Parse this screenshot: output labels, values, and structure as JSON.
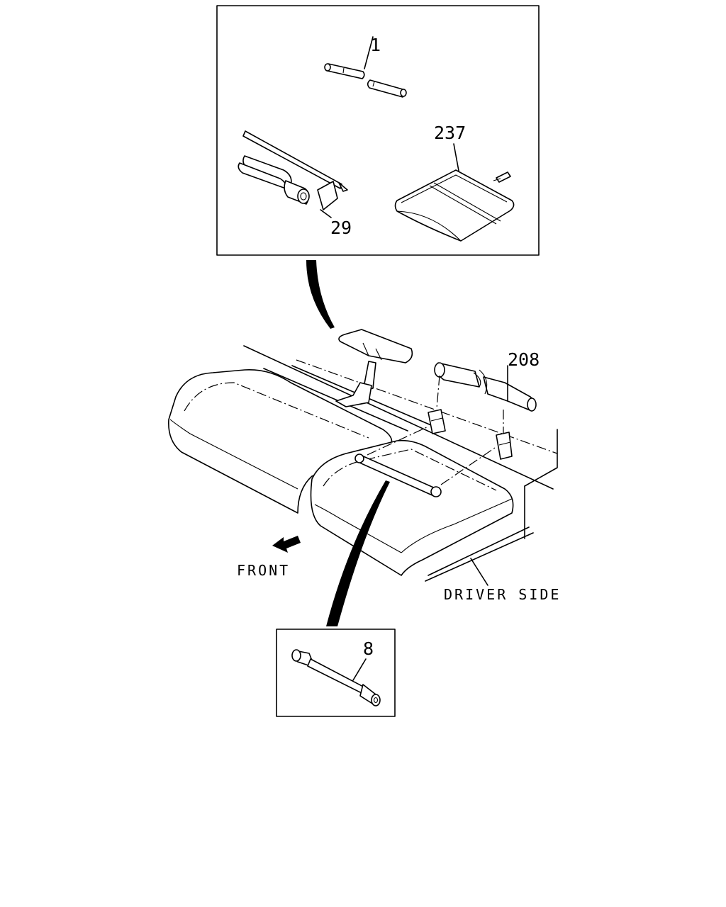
{
  "callouts": {
    "part_1": "1",
    "part_237": "237",
    "part_29": "29",
    "part_208": "208",
    "part_8": "8"
  },
  "labels": {
    "front": "FRONT",
    "driver_side": "DRIVER SIDE"
  },
  "colors": {
    "ink": "#000000",
    "paper": "#ffffff"
  },
  "icons": {
    "front_arrow": "arrow-down-left-icon"
  }
}
